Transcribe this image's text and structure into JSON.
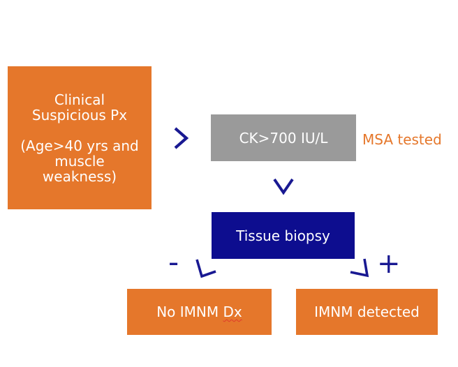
{
  "flowchart": {
    "clinical_box": {
      "text": "Clinical\nSuspicious Px\n\n(Age>40 yrs and\nmuscle\nweakness)"
    },
    "ck_box": {
      "label": "CK>700 IU/L"
    },
    "msa_label": "MSA tested",
    "biopsy_box": {
      "label": "Tissue biopsy"
    },
    "negative_sign": "-",
    "positive_sign": "+",
    "no_imnm_box": {
      "prefix": "No IMNM ",
      "misspelled": "Dx"
    },
    "imnm_box": {
      "label": "IMNM detected"
    }
  },
  "colors": {
    "orange": "#E5772B",
    "gray": "#9A9A9A",
    "navy_fill": "#0D0D8F",
    "navy_stroke": "#191992",
    "squiggle_red": "#E0392B",
    "text_white": "#FFFFFF",
    "background": "#FFFFFF"
  }
}
